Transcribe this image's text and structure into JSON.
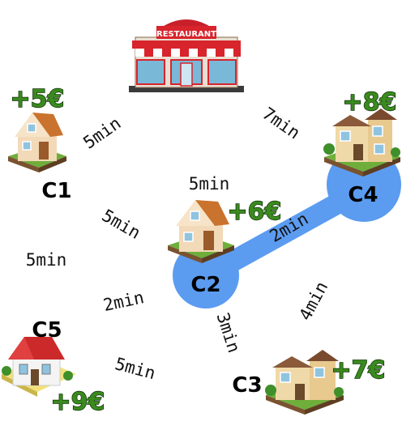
{
  "restaurant": {
    "sign": "RESTAURANT"
  },
  "customers": [
    {
      "id": "C1",
      "reward": "+5€"
    },
    {
      "id": "C2",
      "reward": "+6€"
    },
    {
      "id": "C3",
      "reward": "+7€"
    },
    {
      "id": "C4",
      "reward": "+8€"
    },
    {
      "id": "C5",
      "reward": "+9€"
    }
  ],
  "edges": [
    {
      "from": "Restaurant",
      "to": "C1",
      "time": "5min"
    },
    {
      "from": "Restaurant",
      "to": "C4",
      "time": "7min"
    },
    {
      "from": "Restaurant",
      "to": "C2",
      "time": "5min"
    },
    {
      "from": "C1",
      "to": "C2",
      "time": "5min"
    },
    {
      "from": "C1",
      "to": "C5",
      "time": "5min"
    },
    {
      "from": "C2",
      "to": "C4",
      "time": "2min",
      "highlighted": true
    },
    {
      "from": "C5",
      "to": "C2",
      "time": "2min"
    },
    {
      "from": "C2",
      "to": "C3",
      "time": "3min"
    },
    {
      "from": "C4",
      "to": "C3",
      "time": "4min"
    },
    {
      "from": "C5",
      "to": "C3",
      "time": "5min"
    }
  ],
  "colors": {
    "highlight_route": "#5b9cf0",
    "reward_text": "#3a8a1e",
    "restaurant_red": "#d8242c"
  }
}
